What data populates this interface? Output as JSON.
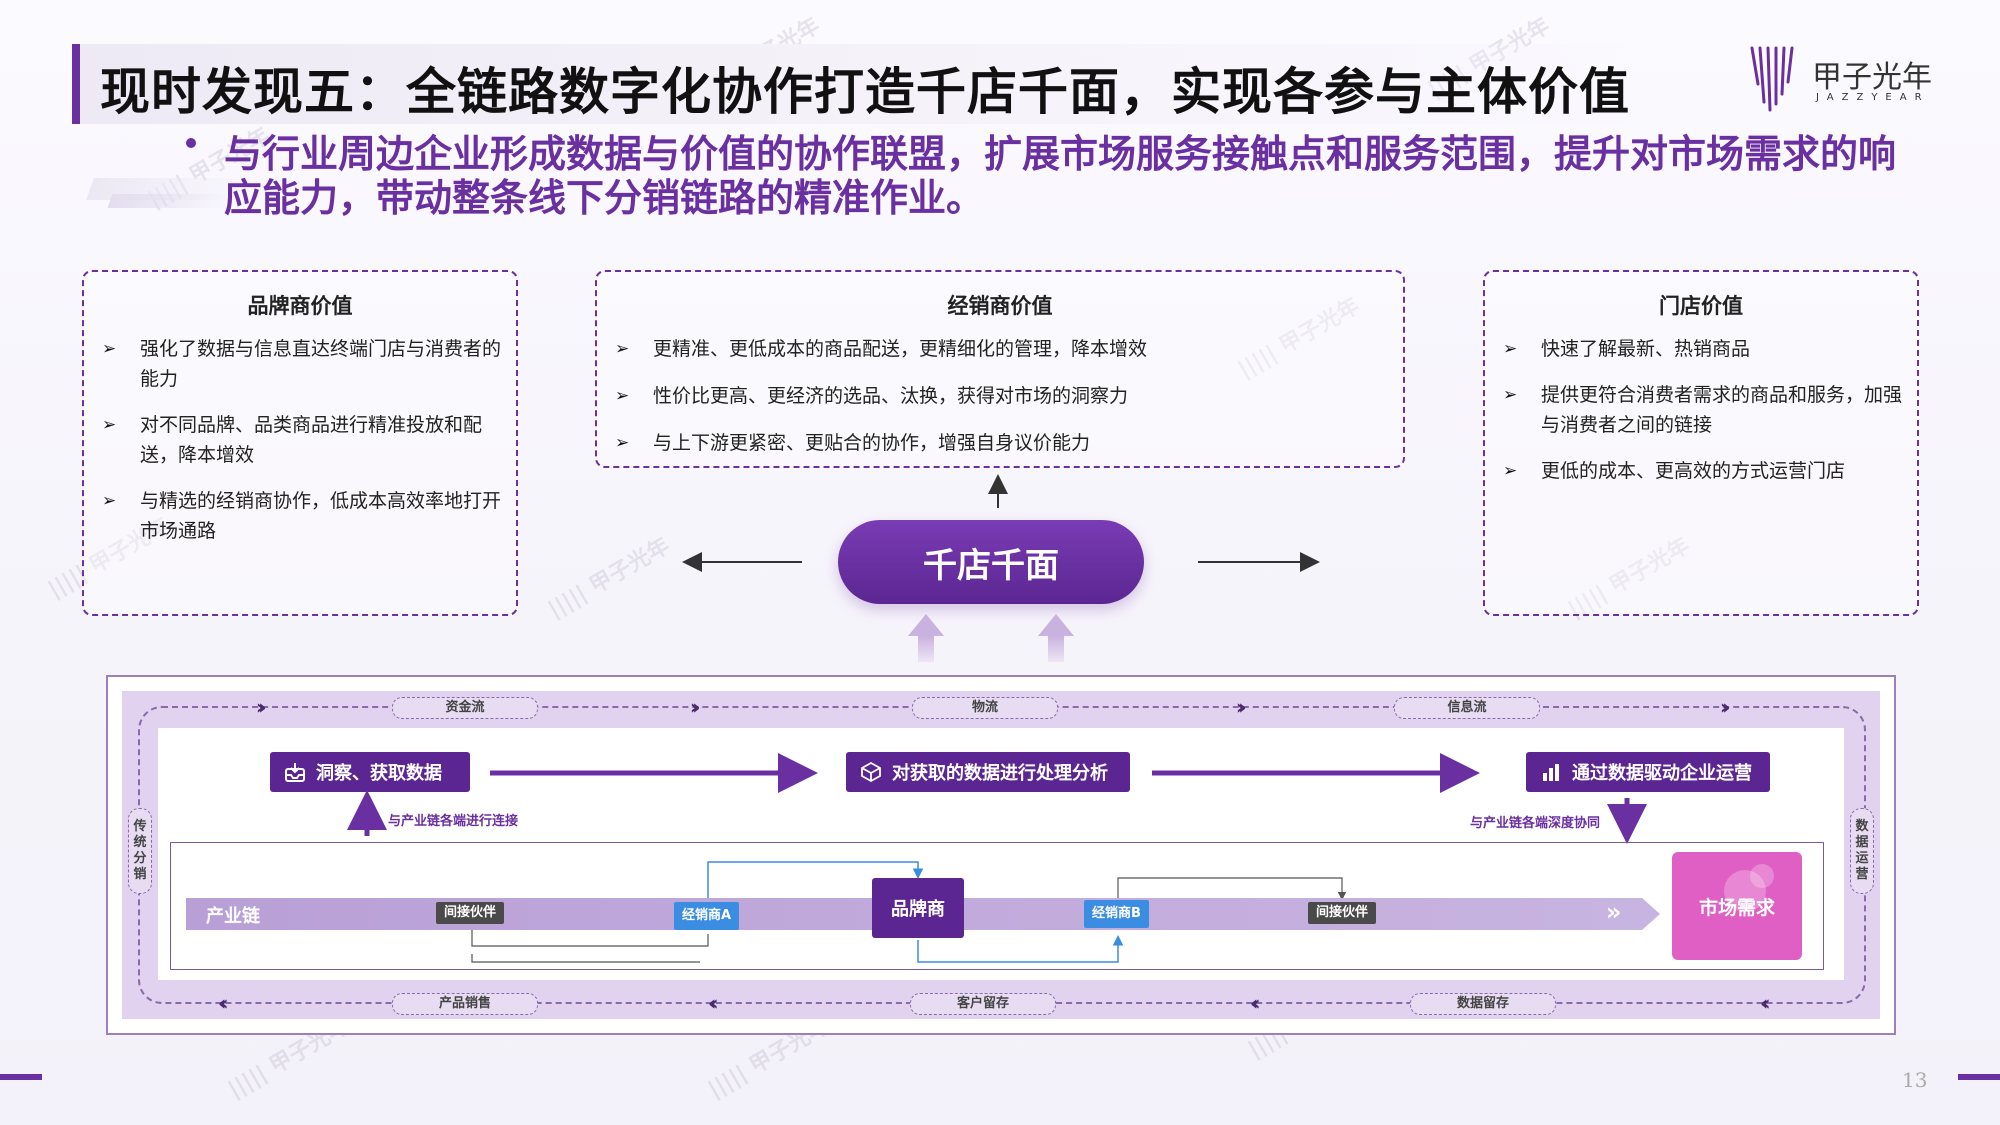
{
  "header": {
    "title": "现时发现五：全链路数字化协作打造千店千面，实现各参与主体价值",
    "logo_cn": "甲子光年",
    "logo_en": "JAZZYEAR",
    "subtitle": "与行业周边企业形成数据与价值的协作联盟，扩展市场服务接触点和服务范围，提升对市场需求的响应能力，带动整条线下分销链路的精准作业。",
    "accent_color": "#6a2fa0"
  },
  "brand_box": {
    "title": "品牌商价值",
    "items": [
      "强化了数据与信息直达终端门店与消费者的能力",
      "对不同品牌、品类商品进行精准投放和配送，降本增效",
      "与精选的经销商协作，低成本高效率地打开市场通路"
    ]
  },
  "dealer_box": {
    "title": "经销商价值",
    "items": [
      "更精准、更低成本的商品配送，更精细化的管理，降本增效",
      "性价比更高、更经济的选品、汰换，获得对市场的洞察力",
      "与上下游更紧密、更贴合的协作，增强自身议价能力"
    ]
  },
  "store_box": {
    "title": "门店价值",
    "items": [
      "快速了解最新、热销商品",
      "提供更符合消费者需求的商品和服务，加强与消费者之间的链接",
      "更低的成本、更高效的方式运营门店"
    ]
  },
  "center": {
    "label": "千店千面"
  },
  "diagram": {
    "top_flows": [
      "资金流",
      "物流",
      "信息流"
    ],
    "bottom_flows": [
      "产品销售",
      "客户留存",
      "数据留存"
    ],
    "left_side": "传统分销",
    "right_side": "数据运营",
    "steps": [
      "洞察、获取数据",
      "对获取的数据进行处理分析",
      "通过数据驱动企业运营"
    ],
    "note_left": "与产业链各端进行连接",
    "note_right": "与产业链各端深度协同",
    "chain_label": "产业链",
    "partner_left": "间接伙伴",
    "dealer_a": "经销商A",
    "brand": "品牌商",
    "dealer_b": "经销商B",
    "partner_right": "间接伙伴",
    "market": "市场需求"
  },
  "page_number": "13",
  "icons": [
    "bullet-icon",
    "arrow-right-icon",
    "inbox-icon",
    "cube-icon",
    "bar-chart-icon",
    "chevron-double-icon"
  ]
}
